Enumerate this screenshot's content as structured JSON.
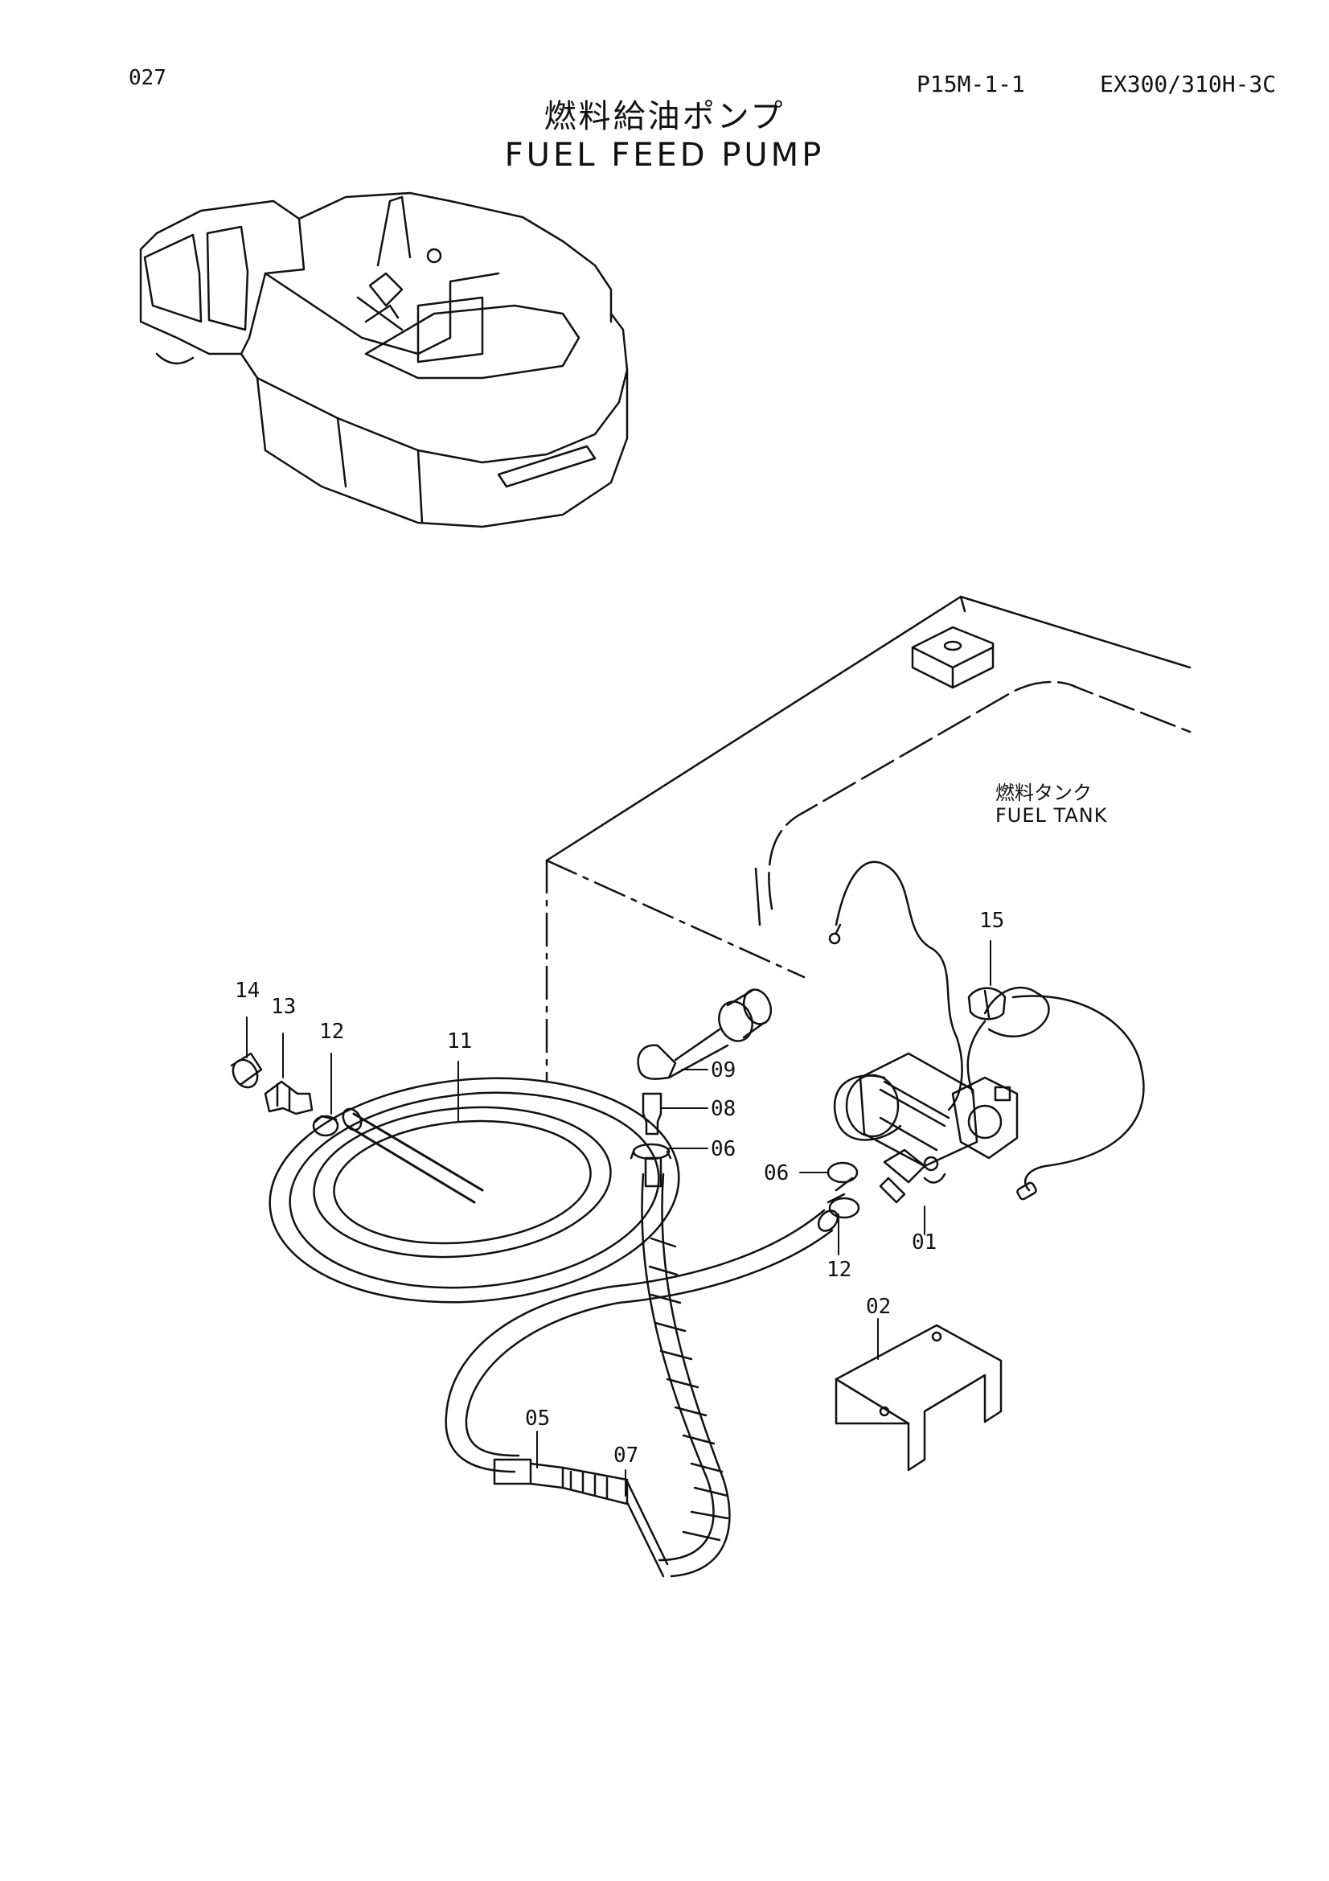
{
  "header": {
    "page_number": "027",
    "drawing_code": "P15M-1-1",
    "model": "EX300/310H-3C",
    "title_jp": "燃料給油ポンプ",
    "title_en": "FUEL FEED PUMP"
  },
  "fuel_tank_label": {
    "jp": "燃料タンク",
    "en": "FUEL TANK"
  },
  "part_labels": [
    "15",
    "14",
    "13",
    "12",
    "11",
    "09",
    "08",
    "06",
    "06",
    "01",
    "12",
    "02",
    "05",
    "07"
  ]
}
